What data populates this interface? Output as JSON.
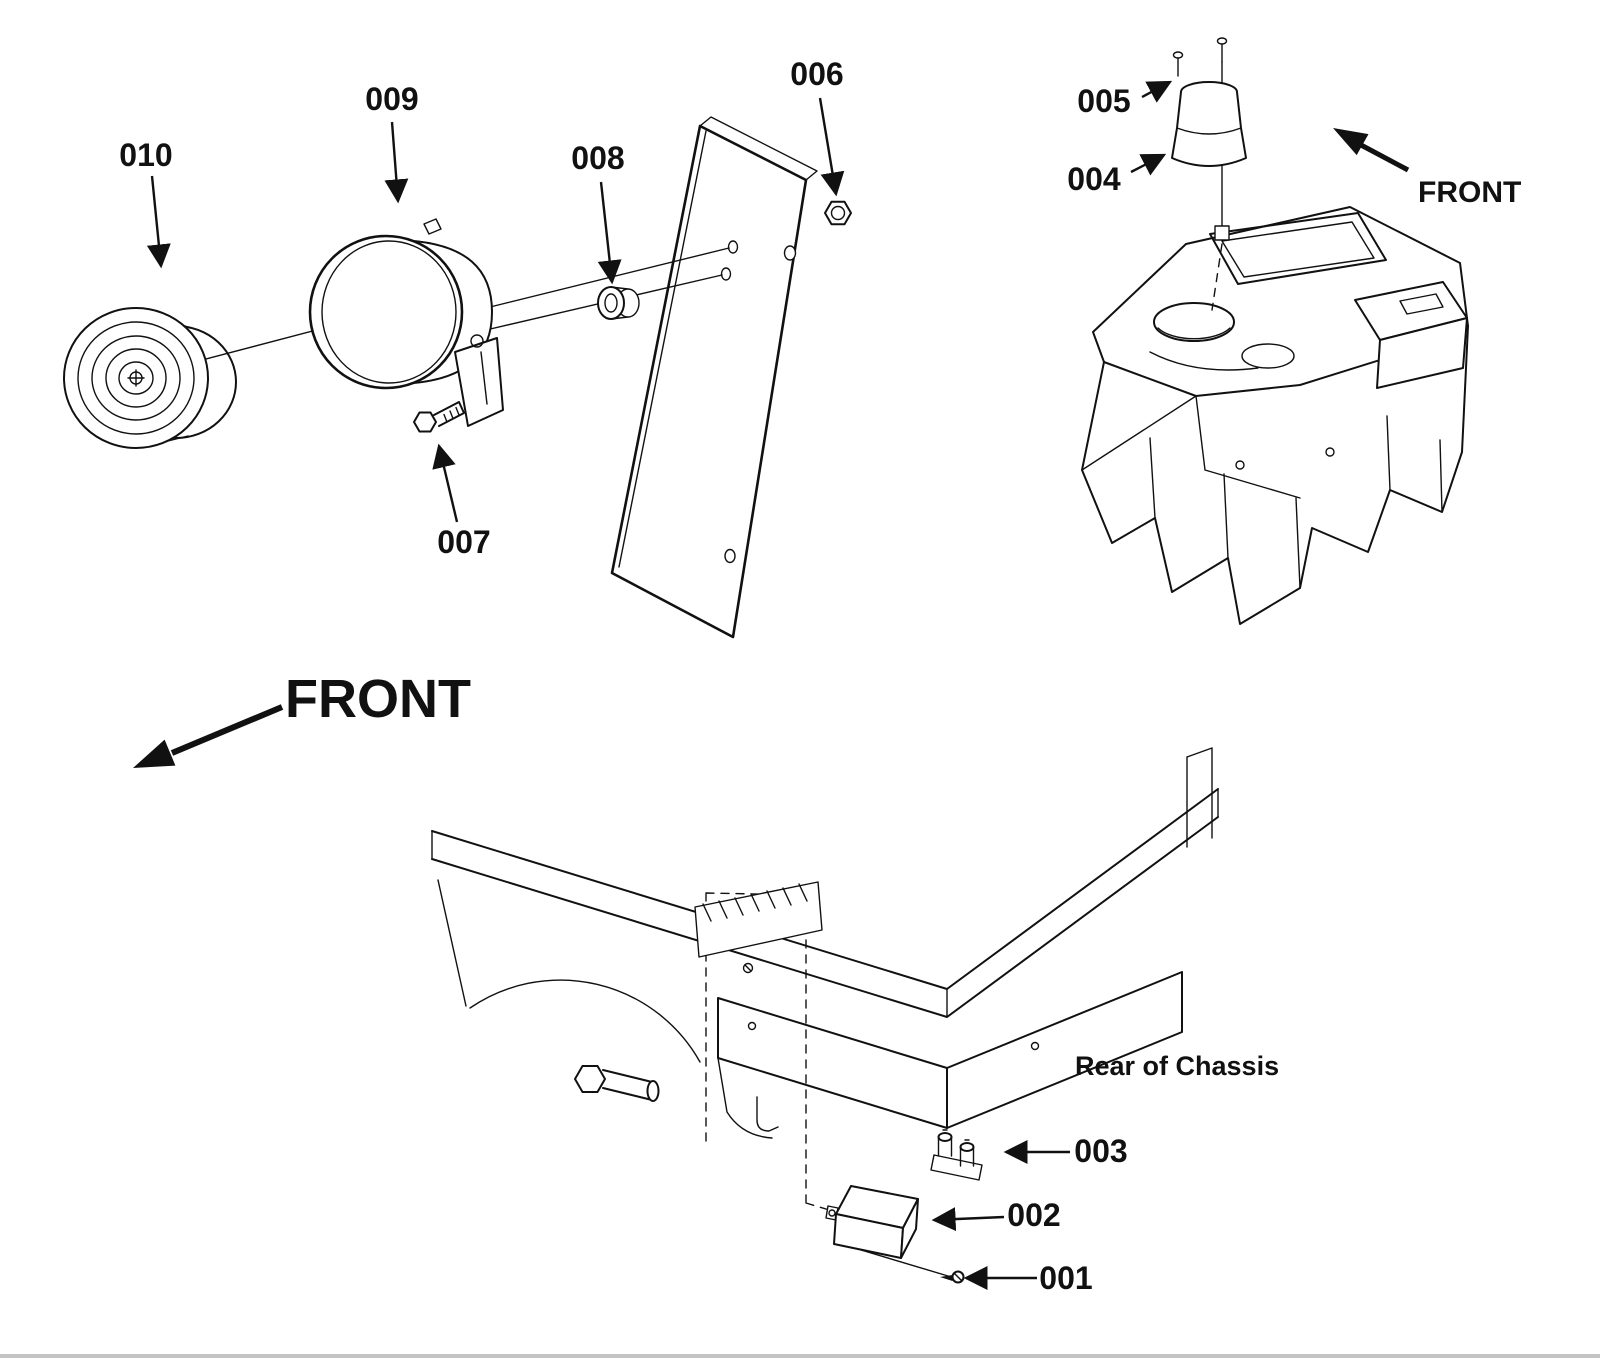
{
  "diagram": {
    "type": "exploded-parts-diagram",
    "labels": {
      "p001": "001",
      "p002": "002",
      "p003": "003",
      "p004": "004",
      "p005": "005",
      "p006": "006",
      "p007": "007",
      "p008": "008",
      "p009": "009",
      "p010": "010"
    },
    "annotations": {
      "front_upper": "FRONT",
      "front_lower": "FRONT",
      "rear_of_chassis": "Rear of Chassis"
    },
    "colors": {
      "ink": "#111111",
      "background": "#ffffff"
    }
  }
}
